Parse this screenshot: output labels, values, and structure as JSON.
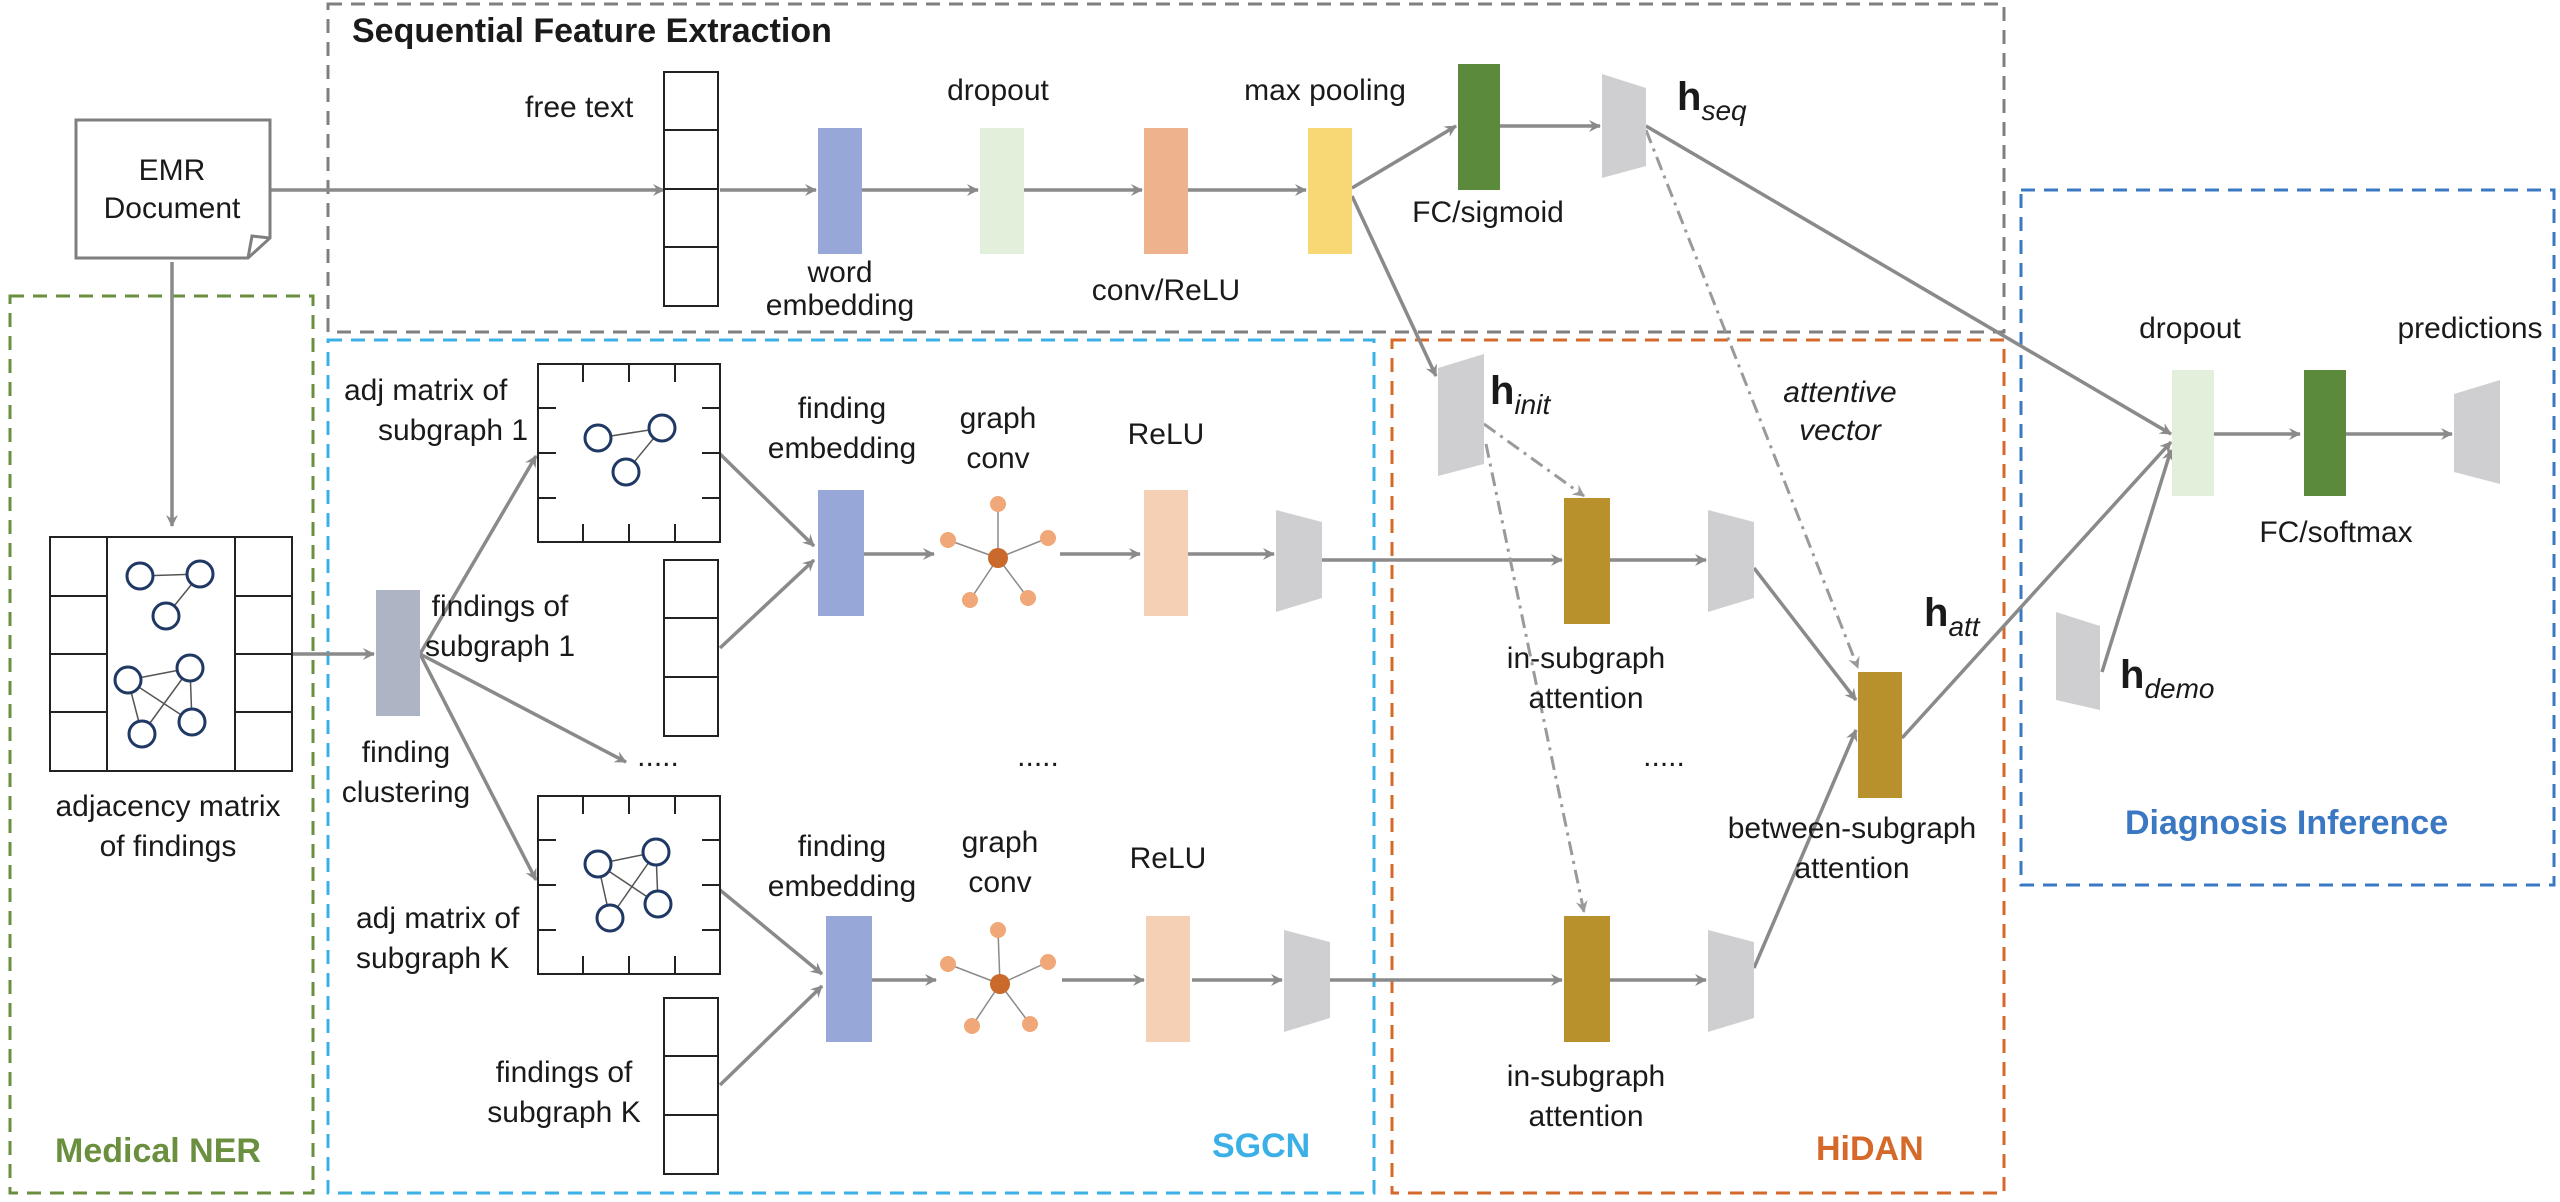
{
  "sections": {
    "sequential": "Sequential Feature Extraction",
    "ner": "Medical NER",
    "sgcn": "SGCN",
    "hidan": "HiDAN",
    "diagnosis": "Diagnosis Inference"
  },
  "colors": {
    "sequential_border": "#7f7f7f",
    "ner": "#6a8f3f",
    "sgcn": "#3ab0e6",
    "hidan": "#d4692a",
    "diagnosis": "#3b78c3",
    "word_embedding": "#97a8d8",
    "dropout": "#e2efdb",
    "conv": "#eeb28c",
    "max_pooling": "#f7d875",
    "fc_green": "#5c8a3c",
    "gray_vector": "#cfcfd2",
    "clustering": "#adb5c4",
    "relu": "#f6d0b4",
    "attention": "#b8902c",
    "graph_node": "#f0a878",
    "graph_center": "#c96a2c",
    "matrix_node": "#1f3864"
  },
  "labels": {
    "emr_line1": "EMR",
    "emr_line2": "Document",
    "free_text": "free text",
    "dropout_top": "dropout",
    "max_pooling": "max pooling",
    "word_line1": "word",
    "word_line2": "embedding",
    "conv_relu": "conv/ReLU",
    "fc_sigmoid": "FC/sigmoid",
    "adj_findings_line1": "adjacency matrix",
    "adj_findings_line2": "of findings",
    "finding_line1": "finding",
    "finding_line2": "clustering",
    "adj1_line1": "adj matrix of",
    "adj1_line2": "subgraph 1",
    "find1_line1": "findings of",
    "find1_line2": "subgraph 1",
    "adjK_line1": "adj matrix of",
    "adjK_line2": "subgraph K",
    "findK_line1": "findings of",
    "findK_line2": "subgraph K",
    "fe_top_line1": "finding",
    "fe_top_line2": "embedding",
    "gc_top_line1": "graph",
    "gc_top_line2": "conv",
    "relu_top": "ReLU",
    "fe_bot_line1": "finding",
    "fe_bot_line2": "embedding",
    "gc_bot_line1": "graph",
    "gc_bot_line2": "conv",
    "relu_bot": "ReLU",
    "dots": ".....",
    "attentive_line1": "attentive",
    "attentive_line2": "vector",
    "insub_top_line1": "in-subgraph",
    "insub_top_line2": "attention",
    "insub_bot_line1": "in-subgraph",
    "insub_bot_line2": "attention",
    "between_line1": "between-subgraph",
    "between_line2": "attention",
    "dropout_right": "dropout",
    "predictions": "predictions",
    "fc_softmax": "FC/softmax"
  },
  "vectors": {
    "h": "h",
    "seq": "seq",
    "init": "init",
    "att": "att",
    "demo": "demo"
  }
}
